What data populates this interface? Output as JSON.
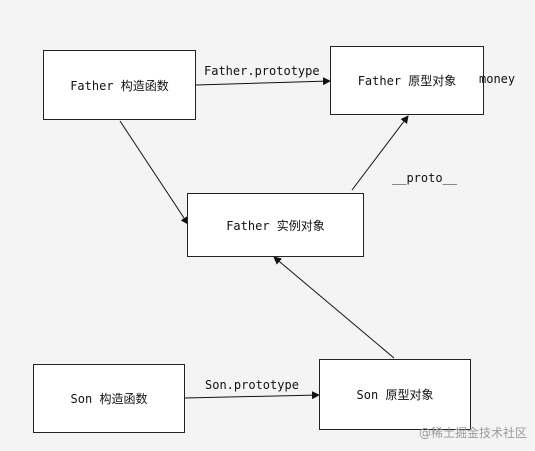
{
  "nodes": {
    "father_constructor": "Father 构造函数",
    "father_prototype": "Father 原型对象",
    "father_instance": "Father 实例对象",
    "son_constructor": "Son 构造函数",
    "son_prototype": "Son 原型对象"
  },
  "edges": {
    "father_prototype_label": "Father.prototype",
    "proto_label": "__proto__",
    "son_prototype_label": "Son.prototype"
  },
  "annotations": {
    "money": "money"
  },
  "watermark": "@稀土掘金技术社区"
}
